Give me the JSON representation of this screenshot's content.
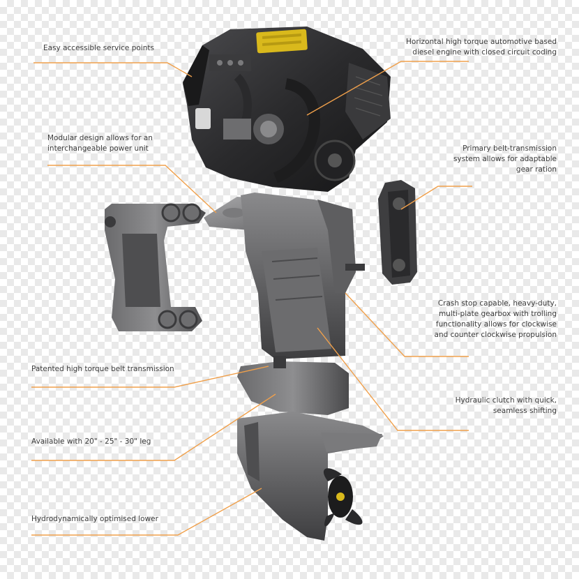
{
  "colors": {
    "leader": "#f0a04b",
    "text": "#3c3c3c",
    "metal_dark": "#2b2b2d",
    "metal_mid": "#5a5a5c",
    "metal_light": "#9a9a9c",
    "accent_yellow": "#e6c51e"
  },
  "callouts": {
    "service_points": "Easy accessible service points",
    "engine": "Horizontal high torque automotive based\ndiesel engine with closed circuit coding",
    "modular": "Modular design allows for an\ninterchangeable power unit",
    "belt_system": "Primary belt-transmission\nsystem allows for adaptable\ngear ration",
    "gearbox": "Crash stop capable, heavy-duty,\nmulti-plate gearbox with trolling\nfunctionality allows for clockwise\nand counter clockwise propulsion",
    "belt_transmission": "Patented high torque belt transmission",
    "clutch": "Hydraulic clutch with quick,\nseamless shifting",
    "leg": "Available with 20\" - 25\" - 30\" leg",
    "lower": "Hydrodynamically optimised lower"
  }
}
